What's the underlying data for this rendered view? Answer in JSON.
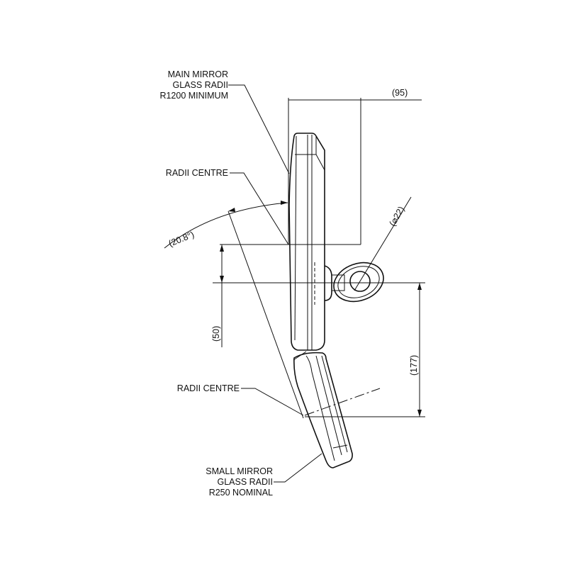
{
  "labels": {
    "main_mirror": [
      "MAIN MIRROR",
      "GLASS RADII",
      "R1200 MINIMUM"
    ],
    "radii_centre_upper": "RADII CENTRE",
    "radii_centre_lower": "RADII CENTRE",
    "small_mirror": [
      "SMALL MIRROR",
      "GLASS RADII",
      "R250 NOMINAL"
    ]
  },
  "dimensions": {
    "width": "95",
    "arm_diameter": "⌀22",
    "angle": "20.8°",
    "offset": "50",
    "drop": "177"
  }
}
